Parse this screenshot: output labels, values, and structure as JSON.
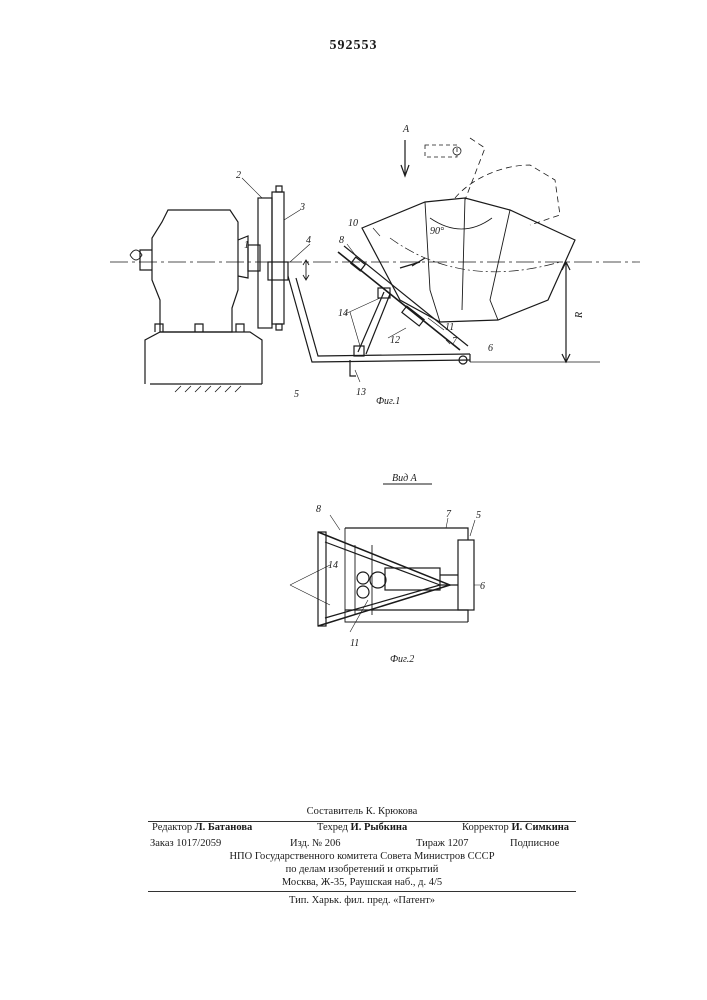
{
  "patent_number": "592553",
  "figures": {
    "fig1": {
      "caption": "Фиг.1",
      "view_marker": "А",
      "angle_label": "90°",
      "radius_label": "R",
      "labels": [
        "1",
        "2",
        "3",
        "4",
        "5",
        "6",
        "7",
        "8",
        "10",
        "11",
        "12",
        "13",
        "14"
      ]
    },
    "fig2": {
      "caption": "Фиг.2",
      "view_title": "Вид А",
      "labels": [
        "5",
        "6",
        "7",
        "8",
        "11",
        "14"
      ]
    }
  },
  "imprint": {
    "compiler": "Составитель К. Крюкова",
    "editor_role": "Редактор",
    "editor_name": "Л. Батанова",
    "techred_role": "Техред",
    "techred_name": "И. Рыбкина",
    "corrector_role": "Корректор",
    "corrector_name": "И. Симкина",
    "order": "Заказ 1017/2059",
    "edition_no": "Изд. № 206",
    "circulation": "Тираж 1207",
    "subscription": "Подписное",
    "org_line1": "НПО Государственного комитета Совета Министров СССР",
    "org_line2": "по делам изобретений и открытий",
    "org_line3": "Москва, Ж-35, Раушская наб., д. 4/5",
    "printer": "Тип. Харьк. фил. пред. «Патент»"
  }
}
